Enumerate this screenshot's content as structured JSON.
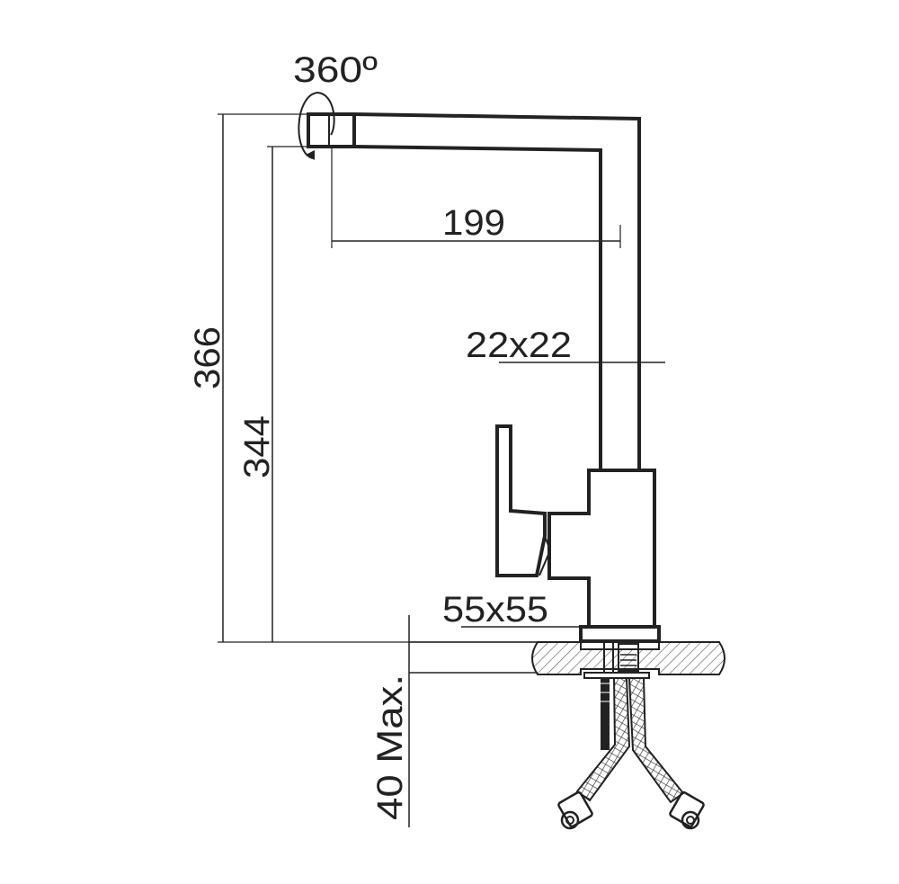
{
  "dimensions": {
    "rotation": "360º",
    "spout_reach": "199",
    "spout_section": "22x22",
    "overall_height": "366",
    "spout_height": "344",
    "base_size": "55x55",
    "max_deck_thickness": "40 Max."
  },
  "colors": {
    "line": "#222222",
    "background": "#ffffff"
  }
}
